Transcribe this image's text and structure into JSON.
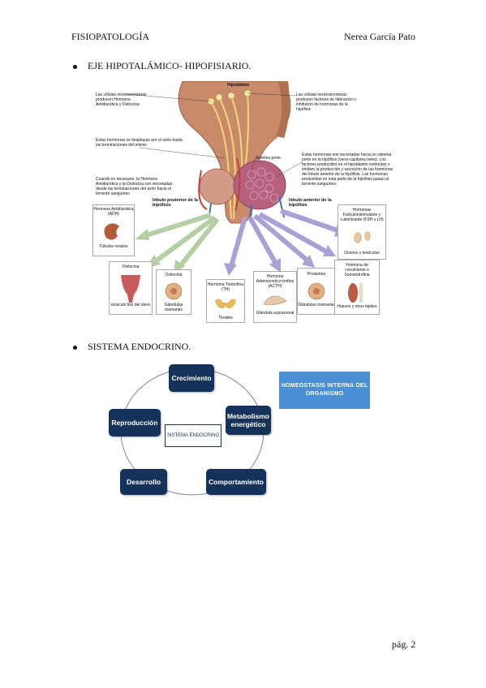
{
  "header": {
    "left": "FISIOPATOLOGÍA",
    "right": "Nerea García Pato"
  },
  "section1": {
    "bullet": "EJE HIPOTALÁMICO- HIPOFISIARIO."
  },
  "figure1": {
    "hypothalamus": "Hipotálamo",
    "note_tl": "Las células neurosecretoras producen Hormona Antidiurética y Oxitocina",
    "note_tr": "Las células neurosecretoras producen factores de liberación o inhibición de hormonas de la hipófisis",
    "note_ml": "Estas hormonas se desplazan por el axón hasta las terminaciones del mismo",
    "portal": "Sistema porte",
    "note_mr": "Estas hormonas son secretadas hacia un sistema porte en la hipófisis (vena-capilares-vena). Los factores producidos en el hipotálamo estimulan o inhiben la producción y secreción de las hormonas del lóbulo anterior de la hipófisis. Las hormonas producidas en esta parte de la hipófisis pasan al torrente sanguíneo.",
    "note_ll": "Cuando es necesario, la Hormona Antidiurética y la Oxitocina son secretadas desde las terminaciones del axón hacia el torrente sanguíneo",
    "post_lobe": "lóbulo posterior de la hipófisis",
    "ant_lobe": "lóbulo anterior de la hipófisis",
    "adh_title": "Hormona Antidiurética (ADH)",
    "adh_target": "Túbulos renales",
    "oxy1_title": "Oxitocina",
    "oxy1_target": "músculo liso del útero",
    "oxy2_title": "Oxitocina",
    "oxy2_target": "Glándulas mamarias",
    "tsh_title": "Hormona Tirotrofina (TH)",
    "tsh_target": "Tiroides",
    "acth_title": "Hormona Adrenocortico-trofina (ACTH)",
    "acth_target": "Glándula suprarrenal",
    "prl_title": "Prolactina",
    "prl_target": "Glándulas mamarias",
    "gh_title": "Hormona de crecimiento o Somatotrofina",
    "gh_target": "Huesos y otros tejidos",
    "fsh_title": "Hormonas Foliculoestimulante y Luteinizante (FSH y LH)",
    "fsh_target": "Ovarios y testículos"
  },
  "section2": {
    "bullet": "SISTEMA ENDOCRINO."
  },
  "diagram": {
    "center": "SISTEMA ENDOCRINO",
    "nodes": {
      "crecimiento": "Crecimiento",
      "metabolismo": "Metabolismo energético",
      "comportamiento": "Comportamiento",
      "desarrollo": "Desarrollo",
      "reproduccion": "Reproducción"
    },
    "homeostasis": "HOMEOSTASIS INTERNA DEL ORGANISMO",
    "colors": {
      "node": "#15335a",
      "homeostasis": "#4b8fd6"
    }
  },
  "footer": {
    "page": "pág. 2"
  }
}
